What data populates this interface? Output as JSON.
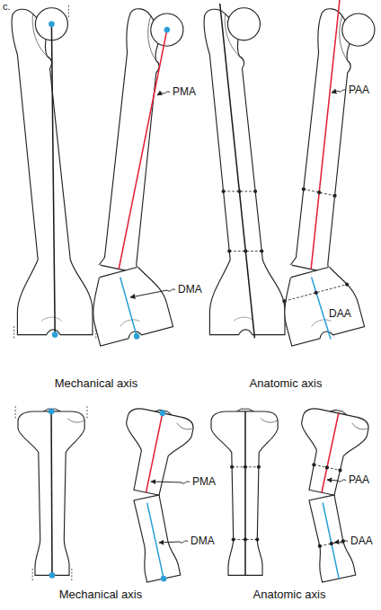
{
  "diagram": {
    "labels": [
      "c.",
      "PMA",
      "DMA",
      "Mechanical axis",
      "PAA",
      "DAA",
      "Anatomic axis",
      "PMA",
      "DMA",
      "Mechanical axis",
      "PAA",
      "DAA",
      "Anatomic axis"
    ]
  }
}
